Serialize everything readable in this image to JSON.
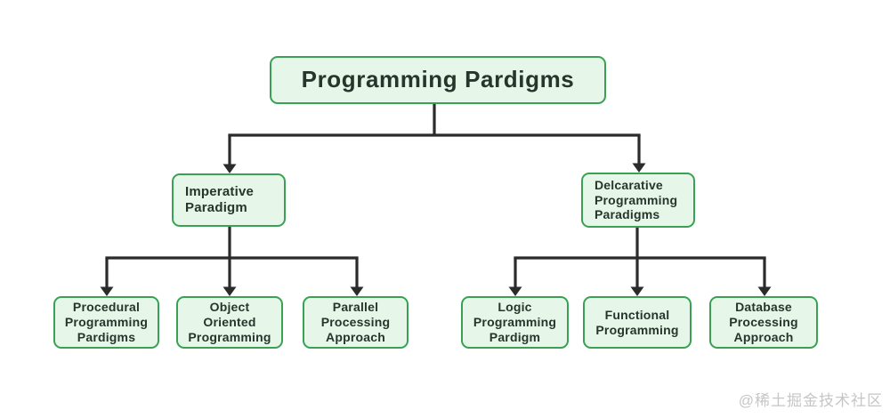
{
  "colors": {
    "node_fill": "#e6f6e8",
    "node_border": "#3aa154",
    "node_text": "#27362c",
    "connector": "#2b2b2b",
    "watermark_text": "#c6c6c6",
    "page_bg": "#ffffff"
  },
  "diagram": {
    "type": "tree",
    "nodes": {
      "root": {
        "label": "Programming Pardigms",
        "children": [
          "imperative",
          "declarative"
        ]
      },
      "imperative": {
        "label": "Imperative\nParadigm",
        "children": [
          "procedural",
          "object_oriented",
          "parallel"
        ]
      },
      "declarative": {
        "label": "Delcarative\nProgramming\nParadigms",
        "children": [
          "logic",
          "functional",
          "database"
        ]
      },
      "procedural": {
        "label": "Procedural\nProgramming\nPardigms",
        "children": []
      },
      "object_oriented": {
        "label": "Object\nOriented\nProgramming",
        "children": []
      },
      "parallel": {
        "label": "Parallel\nProcessing\nApproach",
        "children": []
      },
      "logic": {
        "label": "Logic\nProgramming\nPardigm",
        "children": []
      },
      "functional": {
        "label": "Functional\nProgramming",
        "children": []
      },
      "database": {
        "label": "Database\nProcessing\nApproach",
        "children": []
      }
    }
  },
  "watermark": {
    "text": "@稀土掘金技术社区"
  }
}
